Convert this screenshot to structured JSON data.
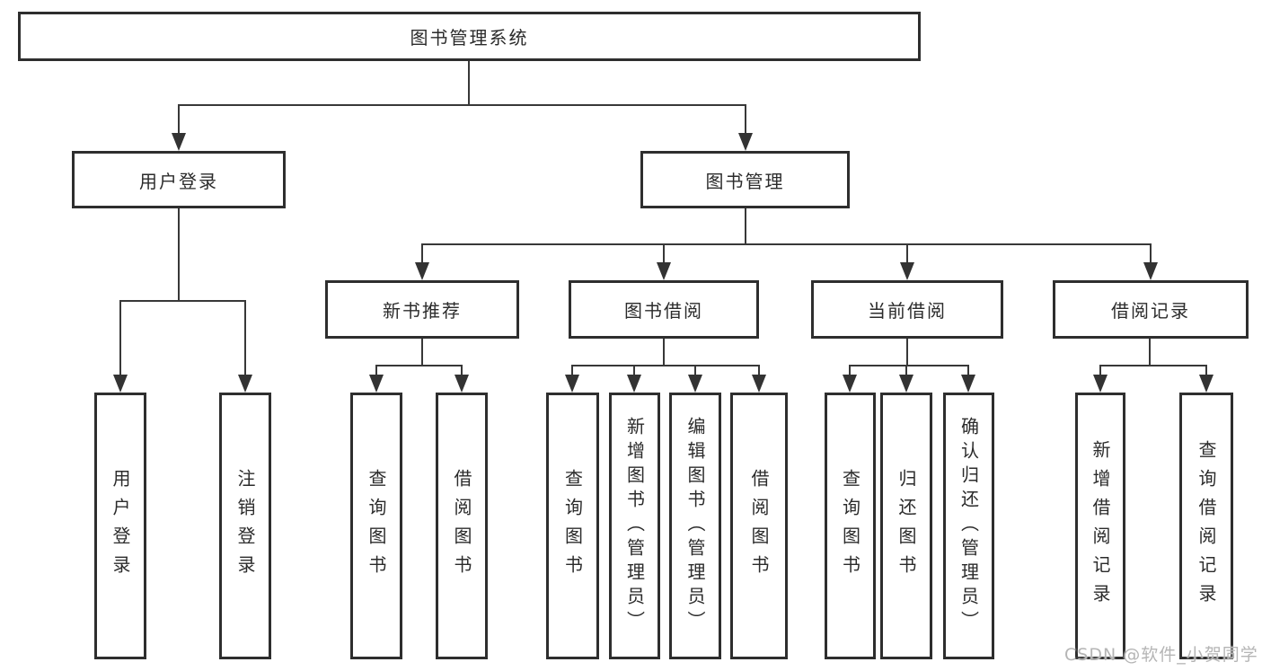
{
  "tree": {
    "root": {
      "label": "图书管理系统",
      "children": [
        {
          "label": "用户登录",
          "children": [
            {
              "label": "用户登录"
            },
            {
              "label": "注销登录"
            }
          ]
        },
        {
          "label": "图书管理",
          "children": [
            {
              "label": "新书推荐",
              "children": [
                {
                  "label": "查询图书"
                },
                {
                  "label": "借阅图书"
                }
              ]
            },
            {
              "label": "图书借阅",
              "children": [
                {
                  "label": "查询图书"
                },
                {
                  "label": "新增图书（管理员）"
                },
                {
                  "label": "编辑图书（管理员）"
                },
                {
                  "label": "借阅图书"
                }
              ]
            },
            {
              "label": "当前借阅",
              "children": [
                {
                  "label": "查询图书"
                },
                {
                  "label": "归还图书"
                },
                {
                  "label": "确认归还（管理员）"
                }
              ]
            },
            {
              "label": "借阅记录",
              "children": [
                {
                  "label": "新增借阅记录"
                },
                {
                  "label": "查询借阅记录"
                }
              ]
            }
          ]
        }
      ]
    }
  },
  "watermark": {
    "text": "CSDN @软件_小贺同学"
  },
  "colors": {
    "box_border": "#2e2e2e",
    "line": "#383838",
    "text": "#2b2b2b",
    "watermark": "#b5b5b5",
    "background": "#ffffff"
  }
}
